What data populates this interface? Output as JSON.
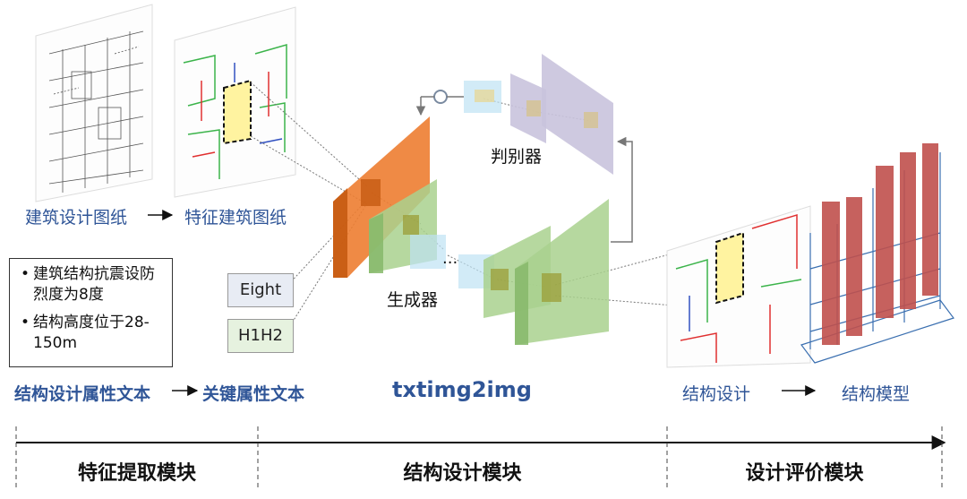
{
  "feature_module": {
    "arch_drawing_label": "建筑设计图纸",
    "feature_drawing_label": "特征建筑图纸",
    "text_bullets": [
      "建筑结构抗震设防烈度为8度",
      "结构高度位于28-150m"
    ],
    "attr_text_label": "结构设计属性文本",
    "key_attr_label": "关键属性文本"
  },
  "design_module": {
    "tokens": [
      "Eight",
      "H1H2"
    ],
    "discriminator_label": "判别器",
    "generator_label": "生成器",
    "ellipsis": "...",
    "model_name": "txtimg2img"
  },
  "eval_module": {
    "design_label": "结构设计",
    "model_label": "结构模型"
  },
  "timeline": {
    "modules": [
      "特征提取模块",
      "结构设计模块",
      "设计评价模块"
    ]
  },
  "colors": {
    "label_blue": "#2f5597",
    "generator_orange": "#ed7d31",
    "generator_green": "#a9d18e",
    "discriminator_purple": "#c9c3dd",
    "highlight_yellow": "#fff3a0"
  },
  "icons": {
    "arrow": "right-arrow-icon"
  }
}
